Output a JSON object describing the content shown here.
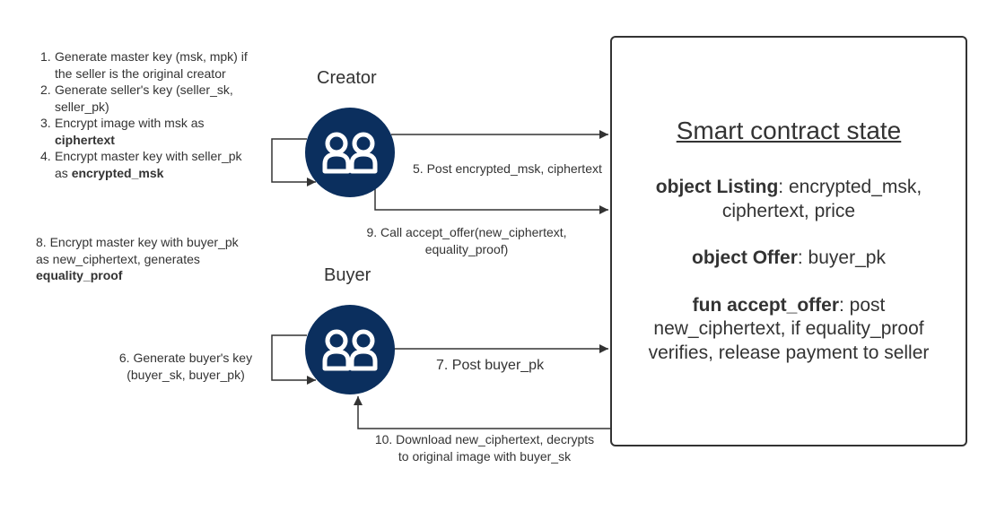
{
  "colors": {
    "node": "#0b2f5e",
    "line": "#333333",
    "text": "#333333",
    "background": "#ffffff"
  },
  "icons": {
    "creator": "people-icon",
    "buyer": "people-icon"
  },
  "creator": {
    "title": "Creator",
    "steps": [
      {
        "num": "1.",
        "line1": "Generate master key (msk, mpk) if",
        "line2": "the seller is the original creator"
      },
      {
        "num": "2.",
        "line1": "Generate seller's key (seller_sk,",
        "line2": "seller_pk)"
      },
      {
        "num": "3.",
        "line1": "Encrypt image with msk as",
        "line2_bold": "ciphertext"
      },
      {
        "num": "4.",
        "line1": "Encrypt master key with seller_pk",
        "line2_prefix": "as ",
        "line2_bold": "encrypted_msk"
      }
    ]
  },
  "buyer": {
    "title": "Buyer",
    "step6": {
      "line1": "6. Generate buyer's key",
      "line2": "(buyer_sk, buyer_pk)"
    },
    "step8": {
      "line1": "8. Encrypt master key with buyer_pk",
      "line2": "as new_ciphertext, generates",
      "line3_bold": "equality_proof"
    }
  },
  "edges": {
    "step5": "5. Post encrypted_msk, ciphertext",
    "step9": {
      "line1": "9. Call accept_offer(new_ciphertext,",
      "line2": "equality_proof)"
    },
    "step7": "7. Post buyer_pk",
    "step10": {
      "line1": "10. Download new_ciphertext, decrypts",
      "line2": "to original image with buyer_sk"
    }
  },
  "contract": {
    "title": "Smart contract state",
    "listing": {
      "bold": "object Listing",
      "text1": ": encrypted_msk,",
      "text2": "ciphertext, price"
    },
    "offer": {
      "bold": "object Offer",
      "text": ": buyer_pk"
    },
    "accept": {
      "bold": "fun accept_offer",
      "text1": ": post",
      "text2": "new_ciphertext, if equality_proof",
      "text3": "verifies, release payment to seller"
    }
  }
}
